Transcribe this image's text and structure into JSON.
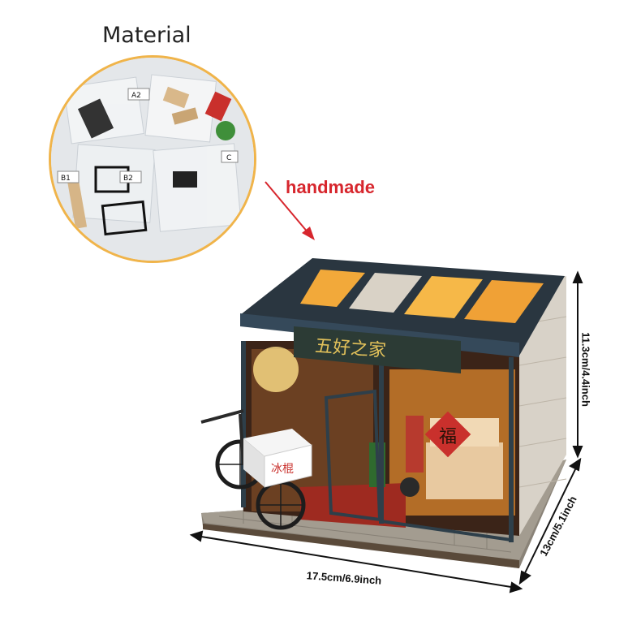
{
  "material_label": "Material",
  "handmade_label": "handmade",
  "shop_sign": "五好之家",
  "box_label": "冰棍",
  "fu_sign": "福",
  "dimensions": {
    "height": "11.3cm/4.4inch",
    "depth": "13cm/5.1inch",
    "width": "17.5cm/6.9inch"
  },
  "material_tags": [
    "A2",
    "B2",
    "B1",
    "C"
  ],
  "colors": {
    "accent_red": "#d7262d",
    "circle_border": "#f0b44a",
    "frame": "#2e3f4a"
  }
}
